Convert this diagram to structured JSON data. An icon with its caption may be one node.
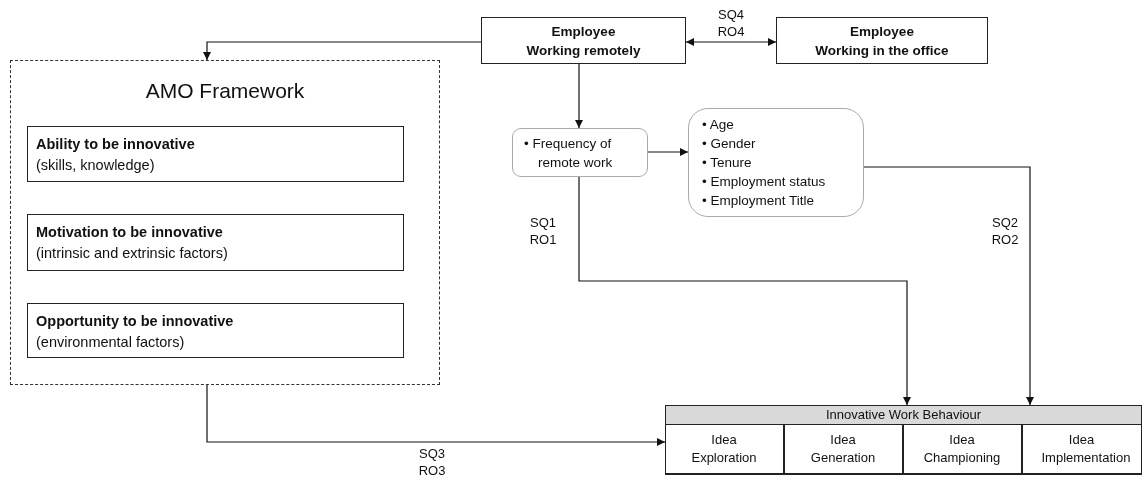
{
  "diagram": {
    "nodes": [
      {
        "text": [
          "Employee",
          "Working remotely"
        ]
      },
      {
        "text": [
          "Employee",
          "Working in the office"
        ]
      },
      {
        "text": [
          "AMO Framework"
        ]
      },
      {
        "text": [
          "Ability to be innovative",
          "(skills, knowledge)"
        ],
        "in": 2
      },
      {
        "text": [
          "Motivation to be innovative",
          "(intrinsic and extrinsic factors)"
        ],
        "in": 2
      },
      {
        "text": [
          "Opportunity to be innovative",
          "(environmental factors)"
        ],
        "in": 2
      },
      {
        "text": [
          "• Frequency of remote work"
        ]
      },
      {
        "text": [
          "• Age",
          "• Gender",
          "• Tenure",
          "• Employment status",
          "• Employment Title"
        ]
      },
      {
        "text": [
          "Innovative Work Behaviour"
        ]
      },
      {
        "text": [
          "Idea Exploration"
        ],
        "in": 8
      },
      {
        "text": [
          "Idea Generation"
        ],
        "in": 8
      },
      {
        "text": [
          "Idea Championing"
        ],
        "in": 8
      },
      {
        "text": [
          "Idea Implementation"
        ],
        "in": 8
      }
    ],
    "edges": [
      {
        "from": 0,
        "to": 1,
        "arrow": "both",
        "label": "SQ4 RO4"
      },
      {
        "from": 0,
        "to": 2,
        "arrow": "to"
      },
      {
        "from": 0,
        "to": 6,
        "arrow": "to"
      },
      {
        "from": 6,
        "to": 7,
        "arrow": "to"
      },
      {
        "from": 6,
        "to": 8,
        "arrow": "to",
        "label": "SQ1 RO1"
      },
      {
        "from": 7,
        "to": 8,
        "arrow": "to",
        "label": "SQ2 RO2"
      },
      {
        "from": 2,
        "to": 8,
        "arrow": "to",
        "label": "SQ3 RO3"
      }
    ]
  }
}
